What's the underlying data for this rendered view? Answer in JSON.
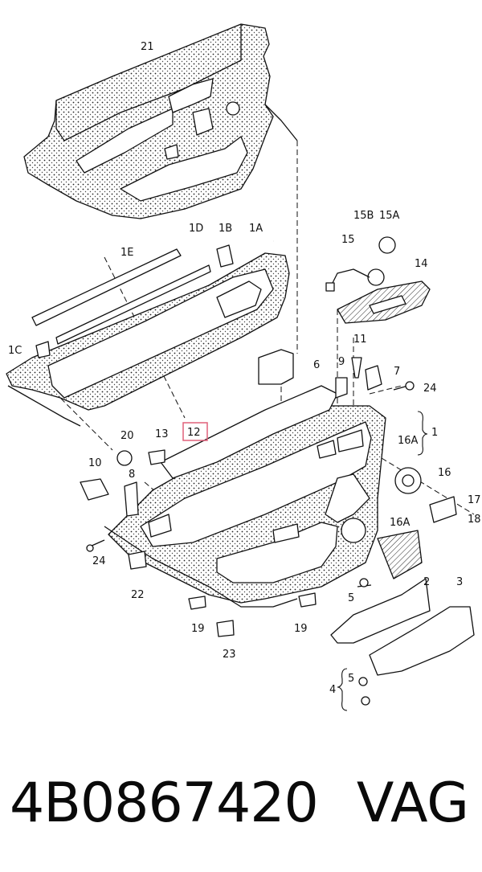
{
  "labels": {
    "l21": "21",
    "l1D": "1D",
    "l1B": "1B",
    "l1A": "1A",
    "l1E": "1E",
    "l1C": "1C",
    "l15B": "15B",
    "l15A": "15A",
    "l15": "15",
    "l14": "14",
    "l11": "11",
    "l6": "6",
    "l9": "9",
    "l7": "7",
    "l24a": "24",
    "l1": "1",
    "l16A": "16A",
    "l20": "20",
    "l13": "13",
    "l12": "12",
    "l10": "10",
    "l8": "8",
    "l16": "16",
    "l17": "17",
    "l18": "18",
    "l16Ab": "16A",
    "l24b": "24",
    "l22": "22",
    "l2": "2",
    "l3": "3",
    "l5a": "5",
    "l19a": "19",
    "l19b": "19",
    "l23": "23",
    "l4": "4",
    "l5b": "5"
  },
  "highlight_color": "#e0607a",
  "footer": {
    "part_number": "4B0867420",
    "brand": "VAG"
  }
}
